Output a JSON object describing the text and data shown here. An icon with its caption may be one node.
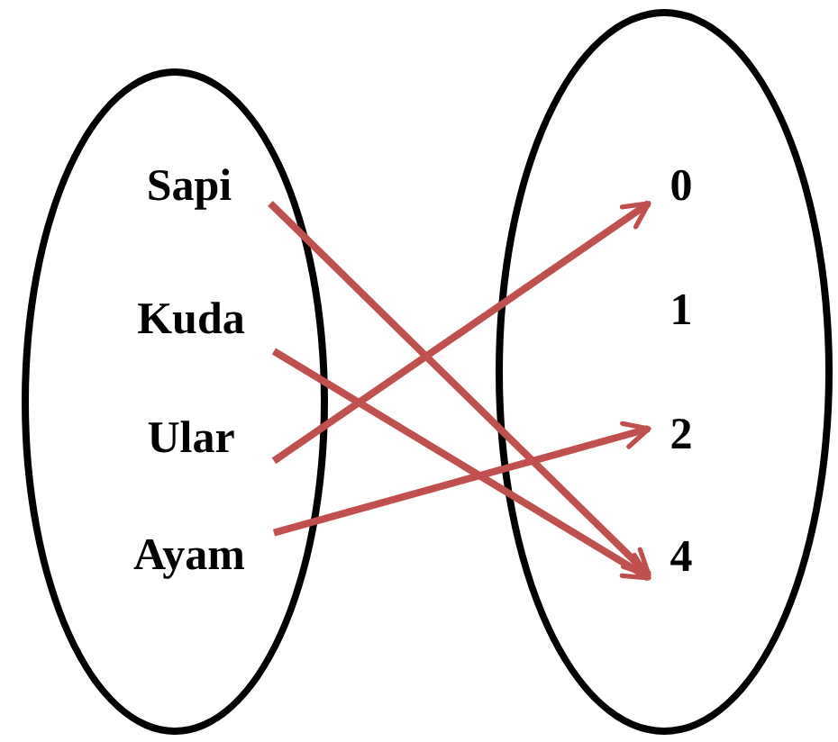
{
  "diagram": {
    "nodes": [
      {
        "text": [],
        "shape": "ellipse"
      },
      {
        "text": [
          "Sapi"
        ],
        "in": 0
      },
      {
        "text": [
          "Kuda"
        ],
        "in": 0
      },
      {
        "text": [
          "Ular"
        ],
        "in": 0
      },
      {
        "text": [
          "Ayam"
        ],
        "in": 0
      },
      {
        "text": [],
        "shape": "ellipse"
      },
      {
        "text": [
          "0"
        ],
        "in": 5
      },
      {
        "text": [
          "1"
        ],
        "in": 5
      },
      {
        "text": [
          "2"
        ],
        "in": 5
      },
      {
        "text": [
          "4"
        ],
        "in": 5
      }
    ],
    "edges": [
      {
        "from": 1,
        "to": 9,
        "arrow": "to"
      },
      {
        "from": 2,
        "to": 9,
        "arrow": "to"
      },
      {
        "from": 3,
        "to": 6,
        "arrow": "to"
      },
      {
        "from": 4,
        "to": 8,
        "arrow": "to"
      }
    ]
  }
}
